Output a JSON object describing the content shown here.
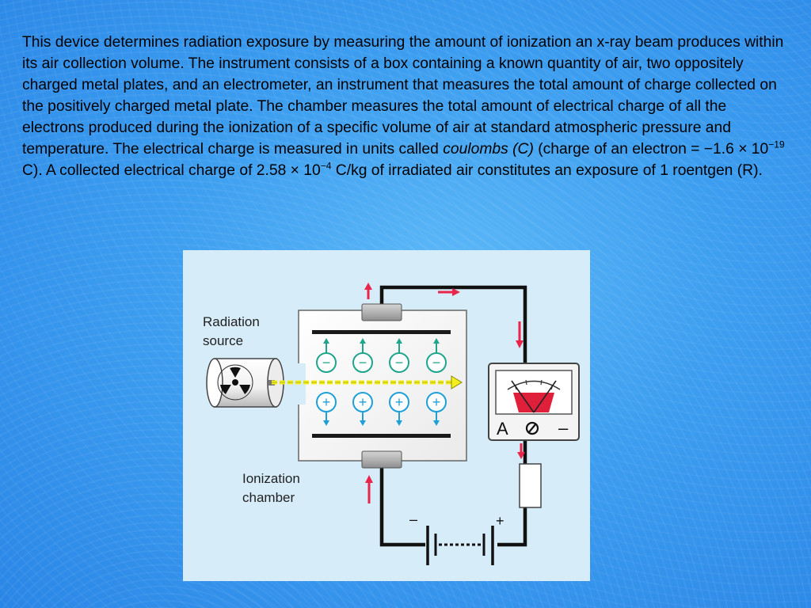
{
  "description": {
    "part1": "This device determines radiation exposure by measuring the amount of ionization an x-ray beam produces within its air collection volume. The instrument consists of a box containing a known quantity of air, two oppositely charged metal plates, and an electrometer, an instrument that measures the total amount of charge collected on the positively charged metal plate. The chamber measures the total amount of electrical charge of all the electrons produced during the ionization of a specific volume of air at standard atmospheric pressure and temperature. The electrical charge is measured in units called ",
    "term": "coulombs (C)",
    "part2": " (charge of an electron = −1.6 × 10",
    "exp1": "−19",
    "part3": " C). A collected electrical charge of 2.58 × 10",
    "exp2": "−4",
    "part4": " C/kg of irradiated air constitutes an exposure of 1 roentgen (R)."
  },
  "diagram": {
    "source_label_line1": "Radiation",
    "source_label_line2": "source",
    "chamber_label_line1": "Ionization",
    "chamber_label_line2": "chamber",
    "meter_letter": "A",
    "meter_minus": "–",
    "battery_minus": "–",
    "battery_plus": "+",
    "electron_sign": "−",
    "ion_sign": "+"
  },
  "colors": {
    "background": "#3d9ef0",
    "figure_background": "#d7ecf9",
    "arrow_red": "#e8254a",
    "beam_yellow": "#f2ef1a",
    "electron_green": "#1ea58c",
    "ion_blue": "#1e9fd8",
    "meter_red": "#e0203a"
  }
}
